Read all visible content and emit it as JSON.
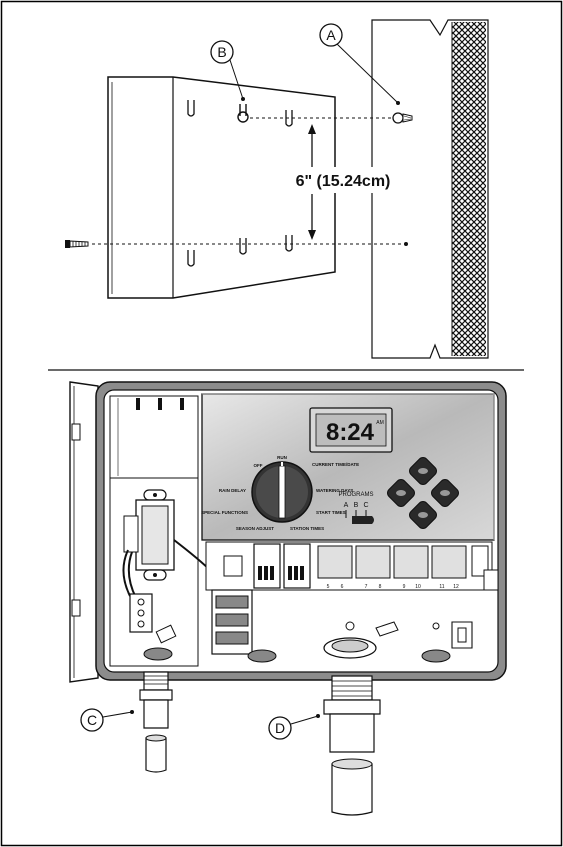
{
  "callouts": {
    "a": "A",
    "b": "B",
    "c": "C",
    "d": "D"
  },
  "measurement": "6\" (15.24cm)",
  "controller": {
    "display_time": "8:24",
    "display_superscript": "AM",
    "programs_label": "PROGRAMS",
    "programs": [
      "A",
      "B",
      "C"
    ],
    "dial_labels": {
      "run": "RUN",
      "off": "OFF",
      "current_time": "CURRENT TIME/DATE",
      "watering_days": "WATERING DAYS",
      "start_times": "START TIMES",
      "station_times": "STATION TIMES",
      "season_adjust": "SEASON ADJUST",
      "special_functions": "SPECIAL FUNCTIONS",
      "rain_delay": "RAIN DELAY"
    },
    "station_numbers": [
      "5",
      "6",
      "7",
      "8",
      "9",
      "10",
      "11",
      "12"
    ]
  },
  "colors": {
    "line": "#1a1a1a",
    "faceplate": "#c9c9c9",
    "display": "#bdbdbd"
  }
}
